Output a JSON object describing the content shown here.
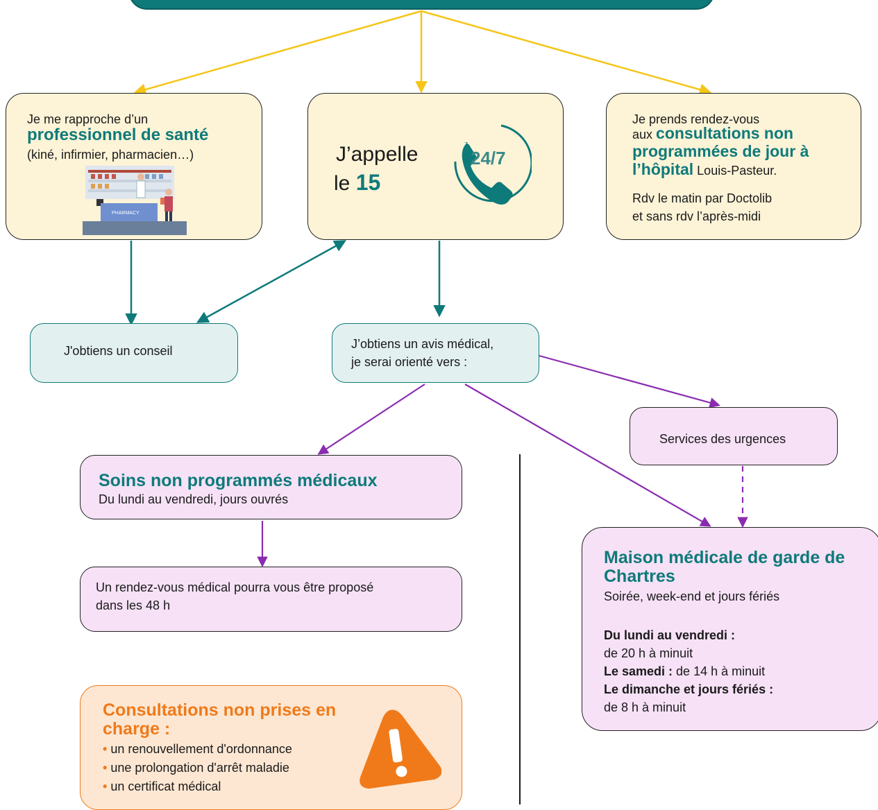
{
  "header": {
    "title": ""
  },
  "box_pro": {
    "line1": "Je me rapproche d’un",
    "highlight": "professionnel de santé",
    "line3": "(kiné, infirmier, pharmacien…)",
    "illustration_label": "PHARMACY"
  },
  "box_15": {
    "line1": "J’appelle",
    "line2_prefix": "le ",
    "number": "15",
    "badge": "24/7"
  },
  "box_hospital": {
    "line1": "Je prends rendez-vous",
    "line2_prefix": "aux ",
    "highlight": "consultations non programmées de jour à l’hôpital",
    "suffix": " Louis-Pasteur.",
    "note_line1": "Rdv le matin par Doctolib",
    "note_line2": "et sans rdv l’après-midi"
  },
  "conseil": {
    "text": "J'obtiens un conseil"
  },
  "avis": {
    "line1": "J’obtiens un avis médical,",
    "line2": "je serai orienté vers :"
  },
  "urgences": {
    "text": "Services des urgences"
  },
  "snp": {
    "title": "Soins non programmés médicaux",
    "subtitle": "Du lundi au vendredi, jours ouvrés"
  },
  "rdv": {
    "line1": "Un rendez-vous médical pourra vous être proposé",
    "line2": "dans les 48 h"
  },
  "mmg": {
    "title": "Maison médicale de garde de Chartres",
    "subtitle": "Soirée, week-end et jours fériés",
    "weekday_label": "Du lundi au vendredi :",
    "weekday_hours": "de 20 h à minuit",
    "saturday_label": "Le samedi :",
    "saturday_hours": " de 14 h à minuit",
    "sunday_label": "Le dimanche et jours fériés :",
    "sunday_hours": "de 8 h à minuit"
  },
  "not_covered": {
    "title": "Consultations non prises en charge :",
    "items": [
      "un renouvellement d'ordonnance",
      "une prolongation d'arrêt maladie",
      "un certificat médical"
    ]
  },
  "colors": {
    "teal": "#0e7a7a",
    "yellow_arrow": "#f5c518",
    "purple_arrow": "#8a2cb0",
    "orange": "#f07a1a"
  }
}
